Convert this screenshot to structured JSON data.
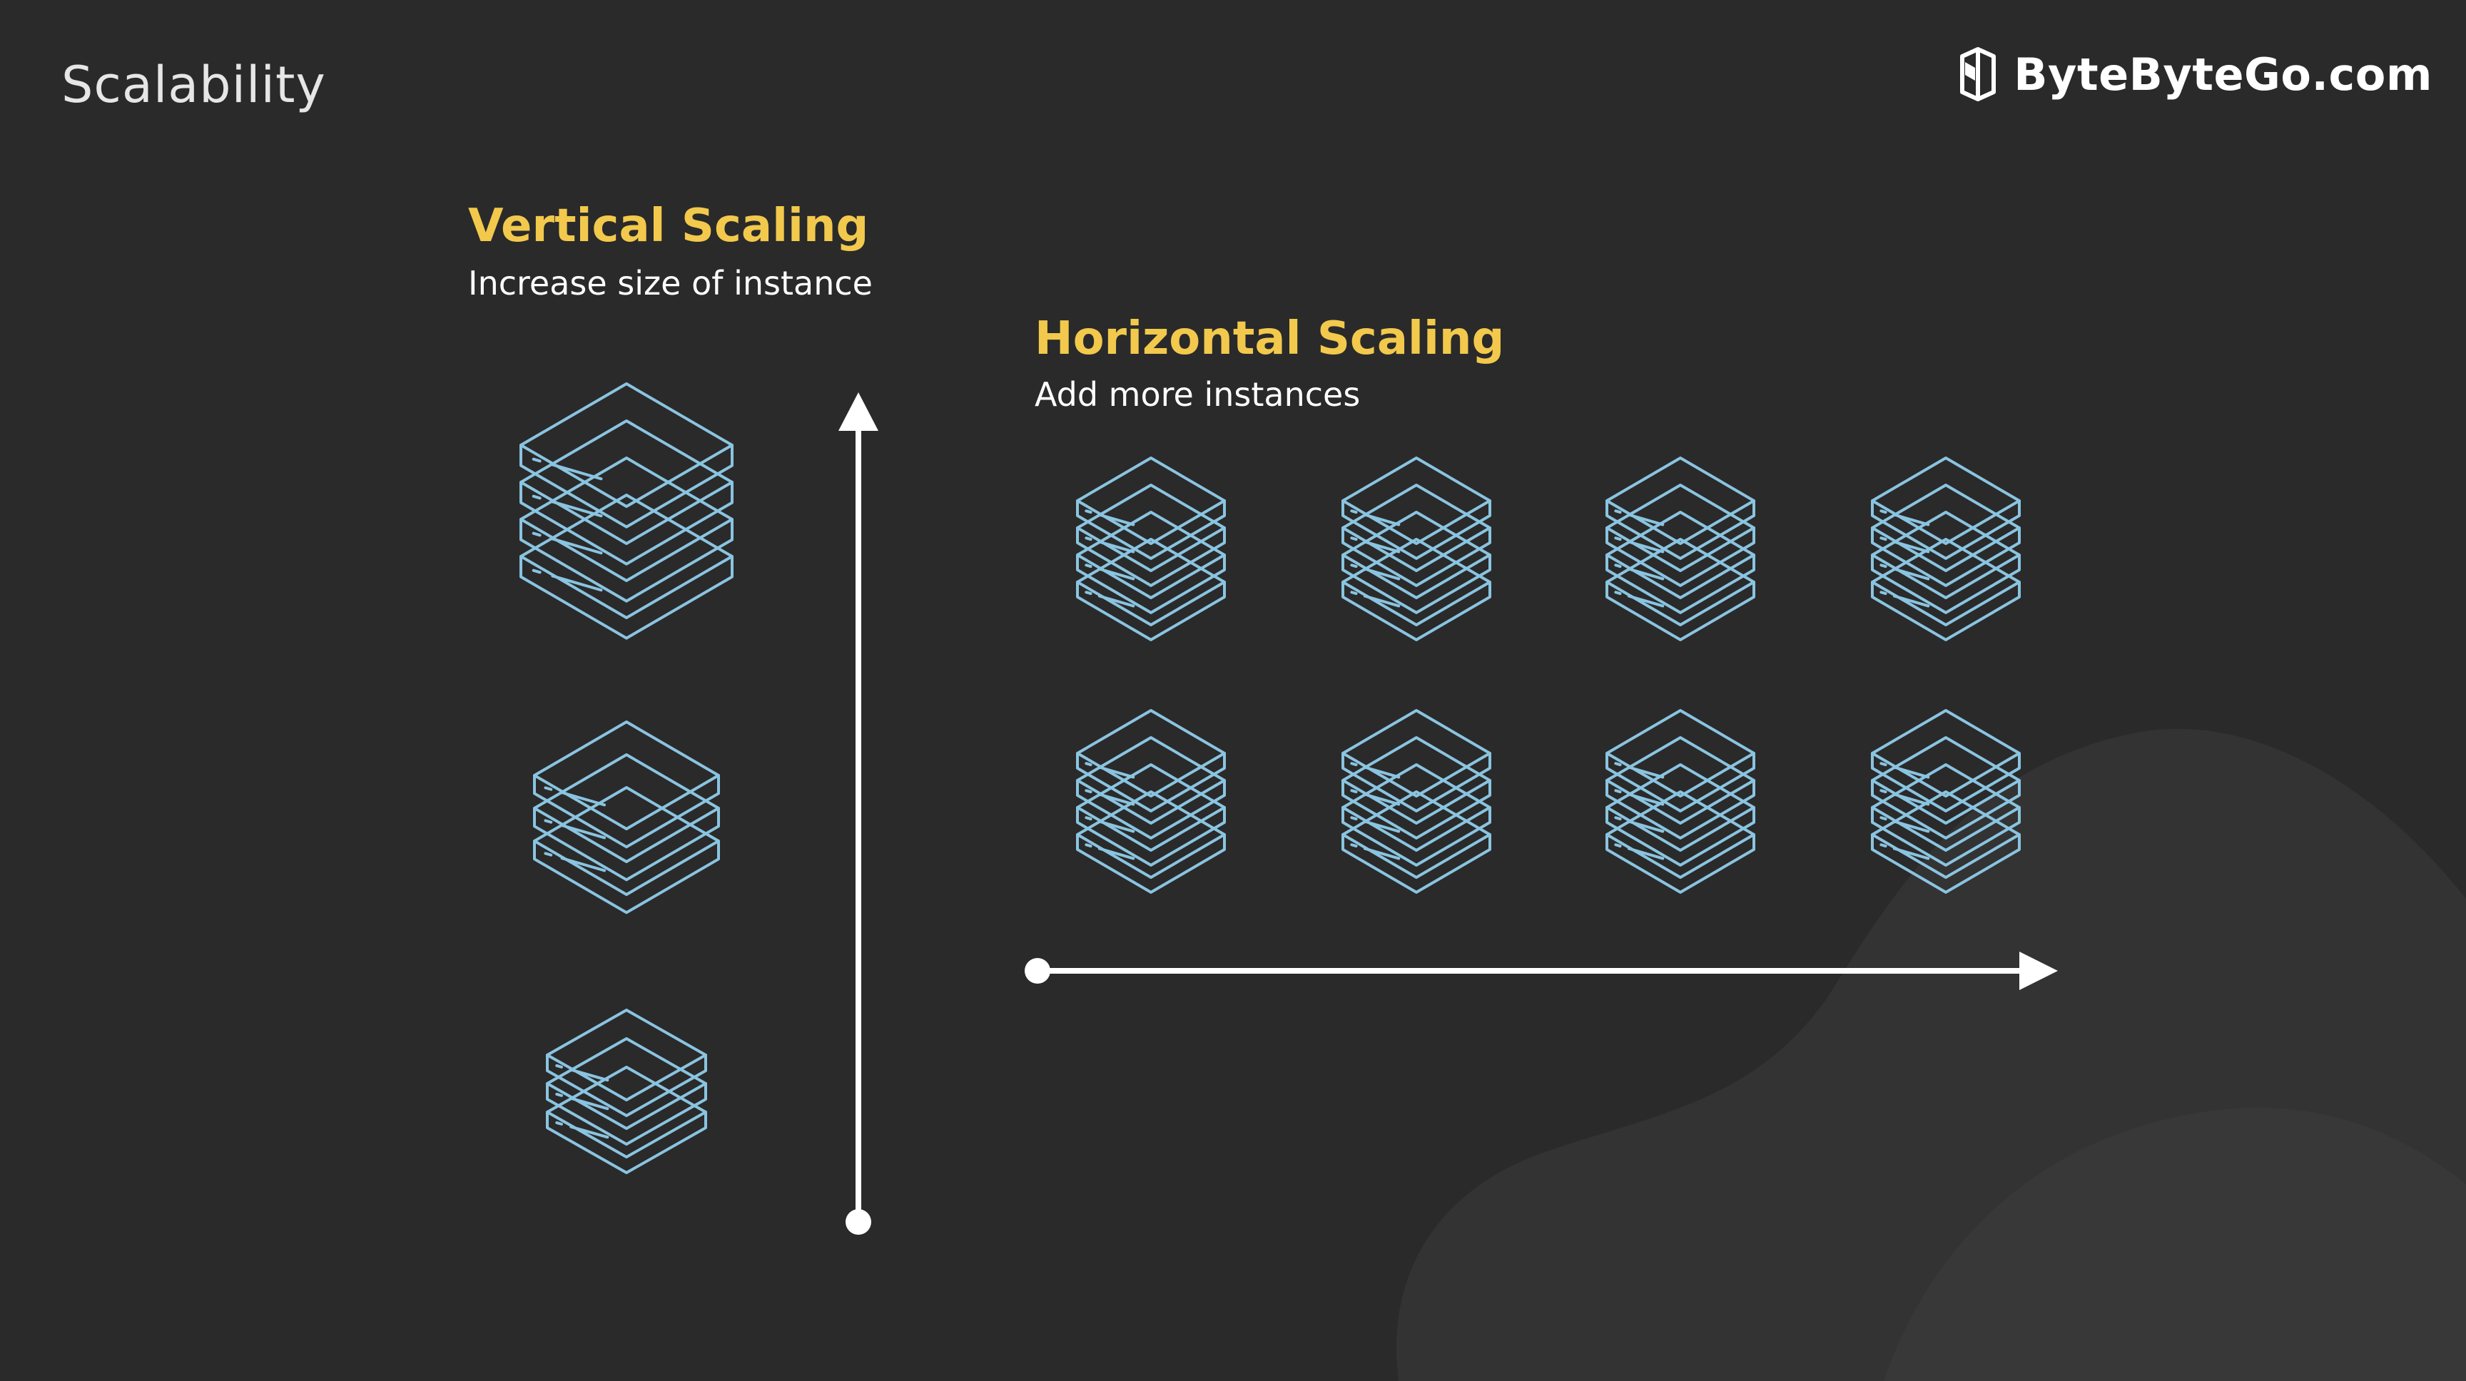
{
  "page": {
    "title": "Scalability"
  },
  "brand": {
    "name": "ByteByteGo.com",
    "icon": "bytebytego-logo-icon"
  },
  "vertical": {
    "title": "Vertical Scaling",
    "subtitle": "Increase size of instance",
    "arrow_direction": "up",
    "servers": [
      {
        "size": "large",
        "layers": 4
      },
      {
        "size": "medium",
        "layers": 3
      },
      {
        "size": "small",
        "layers": 3
      }
    ]
  },
  "horizontal": {
    "title": "Horizontal Scaling",
    "subtitle": "Add more instances",
    "arrow_direction": "right",
    "rows": 2,
    "columns": 4,
    "layers_per_server": 4
  },
  "colors": {
    "background": "#2a2a2a",
    "heading_accent": "#f2c94c",
    "server_outline": "#8ac4e0",
    "arrow": "#ffffff",
    "title_text": "#e6e6e6"
  }
}
